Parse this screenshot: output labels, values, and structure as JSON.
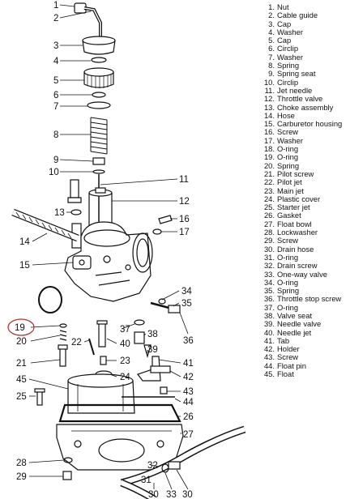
{
  "legend": [
    {
      "n": "1.",
      "label": "Nut"
    },
    {
      "n": "2.",
      "label": "Cable guide"
    },
    {
      "n": "3.",
      "label": "Cap"
    },
    {
      "n": "4.",
      "label": "Washer"
    },
    {
      "n": "5.",
      "label": "Cap"
    },
    {
      "n": "6.",
      "label": "Circlip"
    },
    {
      "n": "7.",
      "label": "Washer"
    },
    {
      "n": "8.",
      "label": "Spring"
    },
    {
      "n": "9.",
      "label": "Spring seat"
    },
    {
      "n": "10.",
      "label": "Circlip"
    },
    {
      "n": "11.",
      "label": "Jet needle"
    },
    {
      "n": "12.",
      "label": "Throttle valve"
    },
    {
      "n": "13.",
      "label": "Choke assembly"
    },
    {
      "n": "14.",
      "label": "Hose"
    },
    {
      "n": "15.",
      "label": "Carburetor housing"
    },
    {
      "n": "16.",
      "label": "Screw"
    },
    {
      "n": "17.",
      "label": "Washer"
    },
    {
      "n": "18.",
      "label": "O-ring"
    },
    {
      "n": "19.",
      "label": "O-ring"
    },
    {
      "n": "20.",
      "label": "Spring"
    },
    {
      "n": "21.",
      "label": "Pilot screw"
    },
    {
      "n": "22.",
      "label": "Pilot jet"
    },
    {
      "n": "23.",
      "label": "Main jet"
    },
    {
      "n": "24.",
      "label": "Plastic cover"
    },
    {
      "n": "25.",
      "label": "Starter jet"
    },
    {
      "n": "26.",
      "label": "Gasket"
    },
    {
      "n": "27.",
      "label": "Float bowl"
    },
    {
      "n": "28.",
      "label": "Lockwasher"
    },
    {
      "n": "29.",
      "label": "Screw"
    },
    {
      "n": "30.",
      "label": "Drain hose"
    },
    {
      "n": "31.",
      "label": "O-ring"
    },
    {
      "n": "32.",
      "label": "Drain screw"
    },
    {
      "n": "33.",
      "label": "One-way valve"
    },
    {
      "n": "34.",
      "label": "O-ring"
    },
    {
      "n": "35.",
      "label": "Spring"
    },
    {
      "n": "36.",
      "label": "Throttle stop screw"
    },
    {
      "n": "37.",
      "label": "O-ring"
    },
    {
      "n": "38.",
      "label": "Valve seat"
    },
    {
      "n": "39.",
      "label": "Needle valve"
    },
    {
      "n": "40.",
      "label": "Needle jet"
    },
    {
      "n": "41.",
      "label": "Tab"
    },
    {
      "n": "42.",
      "label": "Holder"
    },
    {
      "n": "43.",
      "label": "Screw"
    },
    {
      "n": "44.",
      "label": "Float pin"
    },
    {
      "n": "45.",
      "label": "Float"
    }
  ],
  "callouts": {
    "c1": "1",
    "c2": "2",
    "c3": "3",
    "c4": "4",
    "c5": "5",
    "c6": "6",
    "c7": "7",
    "c8": "8",
    "c9": "9",
    "c10": "10",
    "c11": "11",
    "c12": "12",
    "c13": "13",
    "c14": "14",
    "c15": "15",
    "c16": "16",
    "c17": "17",
    "c19": "19",
    "c20": "20",
    "c21": "21",
    "c22": "22",
    "c23": "23",
    "c24": "24",
    "c25": "25",
    "c26": "26",
    "c27": "27",
    "c28": "28",
    "c29": "29",
    "c30a": "30",
    "c30b": "30",
    "c31": "31",
    "c32": "32",
    "c33": "33",
    "c34": "34",
    "c35": "35",
    "c36": "36",
    "c37": "37",
    "c38": "38",
    "c39": "39",
    "c40": "40",
    "c41": "41",
    "c42": "42",
    "c43": "43",
    "c44": "44",
    "c45": "45"
  },
  "colors": {
    "ink": "#111111",
    "highlight": "#b03030",
    "paper": "#ffffff"
  }
}
